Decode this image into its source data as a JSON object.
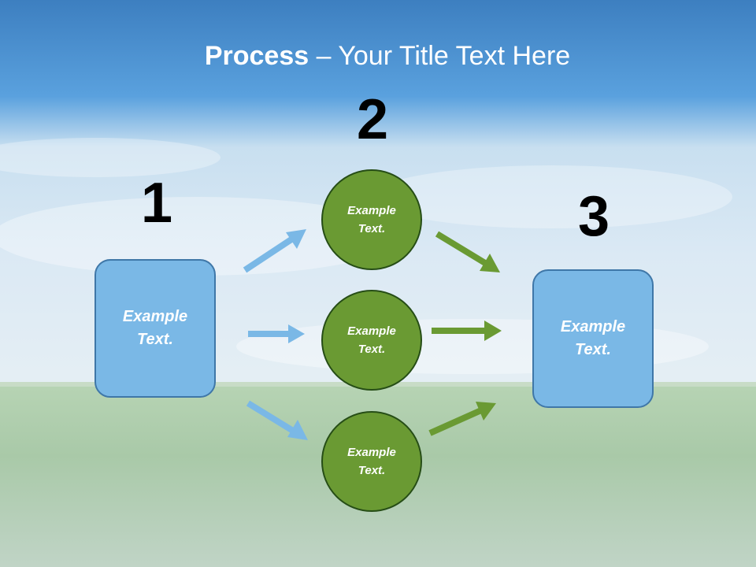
{
  "slide": {
    "title_bold": "Process",
    "title_rest": " – Your Title Text Here"
  },
  "steps": {
    "num1": "1",
    "num2": "2",
    "num3": "3"
  },
  "nodes": {
    "start_box": "Example\nText.",
    "circle_top": "Example\nText.",
    "circle_middle": "Example\nText.",
    "circle_bottom": "Example\nText.",
    "end_box": "Example\nText."
  },
  "colors": {
    "box_fill": "#7ab8e6",
    "circle_fill": "#6a9a33",
    "blue_arrow": "#7ab8e6",
    "green_arrow": "#6a9a33"
  }
}
